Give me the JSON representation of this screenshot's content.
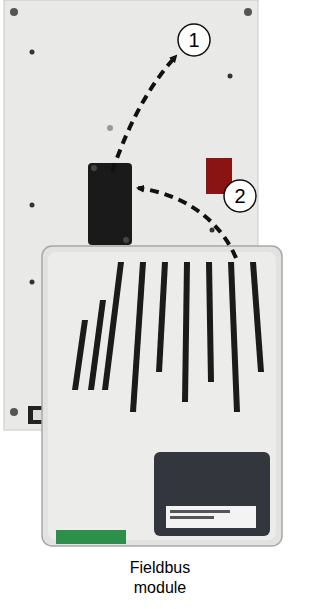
{
  "diagram": {
    "labels": [
      "1",
      "2",
      "Fieldbus module"
    ]
  }
}
